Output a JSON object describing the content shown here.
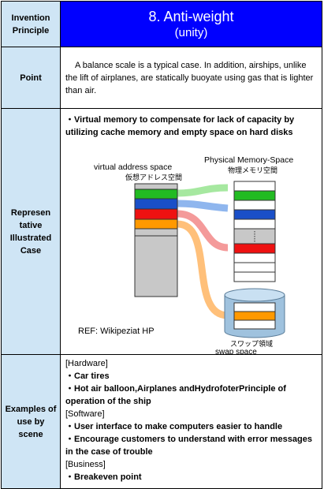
{
  "labels": {
    "invention_principle": "Invention Principle",
    "point": "Point",
    "representative_case": "Represen tative Illustrated Case",
    "examples": "Examples of use by scene"
  },
  "title": {
    "line1": "8. Anti-weight",
    "line2": "(unity)"
  },
  "point_text": "A balance scale is a typical case. In addition, airships, unlike the lift of airplanes, are statically buoyate using gas that is lighter than air.",
  "illustration": {
    "heading": "・Virtual memory to compensate for lack of capacity by utilizing cache memory and empty space on hard disks",
    "virtual_label": "virtual address space",
    "virtual_label_jp": "仮想アドレス空間",
    "physical_label": "Physical Memory-Space",
    "physical_label_jp": "物理メモリ空間",
    "swap_label_jp": "スワップ領域",
    "swap_label": "swap space",
    "ref": "REF: Wikipeziat HP",
    "colors": {
      "green": "#22bb22",
      "blue": "#1a4fc8",
      "red": "#ee1111",
      "orange": "#ff9900",
      "grey": "#c8c8c8"
    }
  },
  "examples": {
    "hardware_label": "[Hardware]",
    "hardware_items": [
      "・Car tires",
      "・Hot air balloon,Airplanes andHydrofoterPrinciple of operation of the ship"
    ],
    "software_label": "[Software]",
    "software_items": [
      "・User interface to make computers easier to handle",
      "・Encourage customers to understand with error messages in the case of trouble"
    ],
    "business_label": "[Business]",
    "business_items": [
      "・Breakeven point"
    ]
  }
}
